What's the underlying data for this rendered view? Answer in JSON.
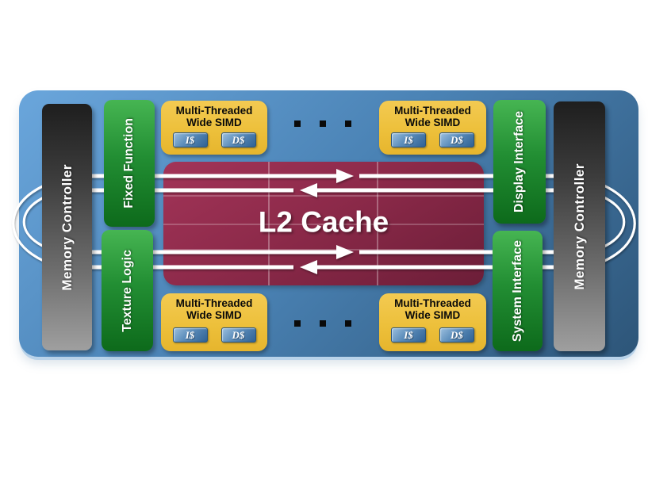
{
  "blocks": {
    "memory_controller_left": {
      "label": "Memory Controller"
    },
    "fixed_function": {
      "label": "Fixed Function"
    },
    "texture_logic": {
      "label": "Texture Logic"
    },
    "l2_cache": {
      "label": "L2 Cache"
    },
    "display_interface": {
      "label": "Display Interface"
    },
    "system_interface": {
      "label": "System Interface"
    },
    "memory_controller_right": {
      "label": "Memory Controller"
    }
  },
  "simd_box": {
    "title_line1": "Multi-Threaded",
    "title_line2": "Wide SIMD",
    "icache_label": "I$",
    "dcache_label": "D$"
  },
  "ellipsis": {
    "dot_count_per_group": 3,
    "groups": [
      "top",
      "bottom"
    ]
  },
  "colors": {
    "panel_blue_light": "#6aa6dc",
    "panel_blue_dark": "#2d5578",
    "interface_green": "#228e33",
    "simd_yellow": "#edc03b",
    "l2_maroon": "#8d2a4a",
    "memory_gray_dark": "#1e1e1e",
    "memory_gray_light": "#9f9f9f",
    "cache_chip_blue": "#2f6193",
    "bus_line_white": "#ffffff",
    "dot_black": "#0a0a0a"
  }
}
